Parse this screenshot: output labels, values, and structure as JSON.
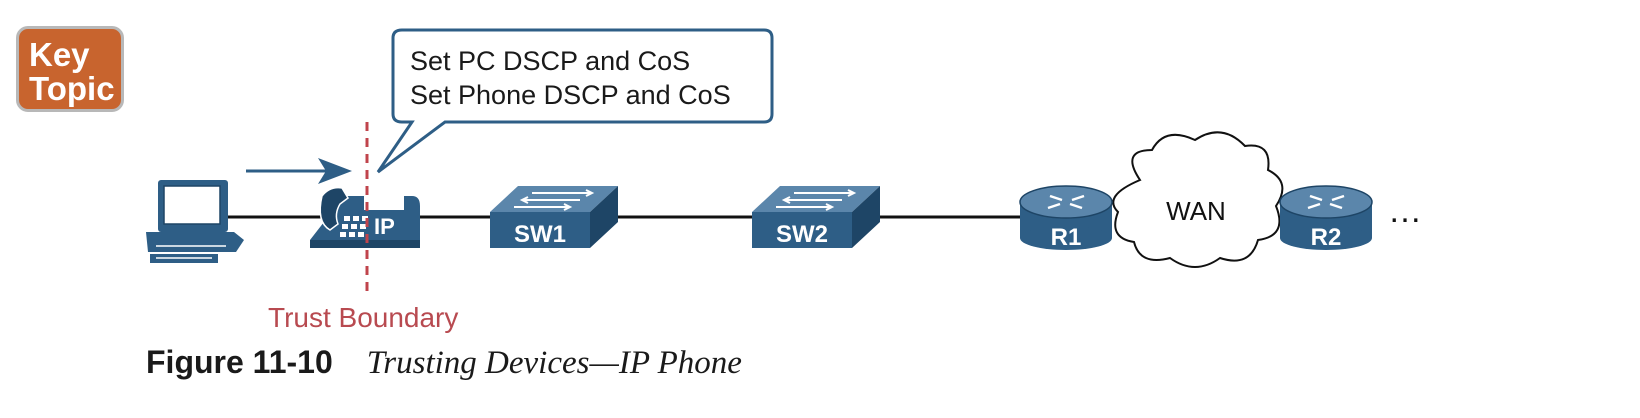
{
  "key_topic": {
    "line1": "Key",
    "line2": "Topic"
  },
  "callout": {
    "line1": "Set PC DSCP and CoS",
    "line2": "Set Phone DSCP and CoS"
  },
  "trust_boundary_label": "Trust Boundary",
  "devices": {
    "phone_label": "IP",
    "switch1": "SW1",
    "switch2": "SW2",
    "router1": "R1",
    "router2": "R2",
    "cloud": "WAN",
    "continuation": "…"
  },
  "caption": {
    "number": "Figure 11-10",
    "title": "Trusting Devices—IP Phone"
  },
  "colors": {
    "device_blue": "#2e5e86",
    "device_dark": "#1e4566",
    "trust_red": "#c0444c",
    "key_topic_orange": "#c8642e"
  }
}
